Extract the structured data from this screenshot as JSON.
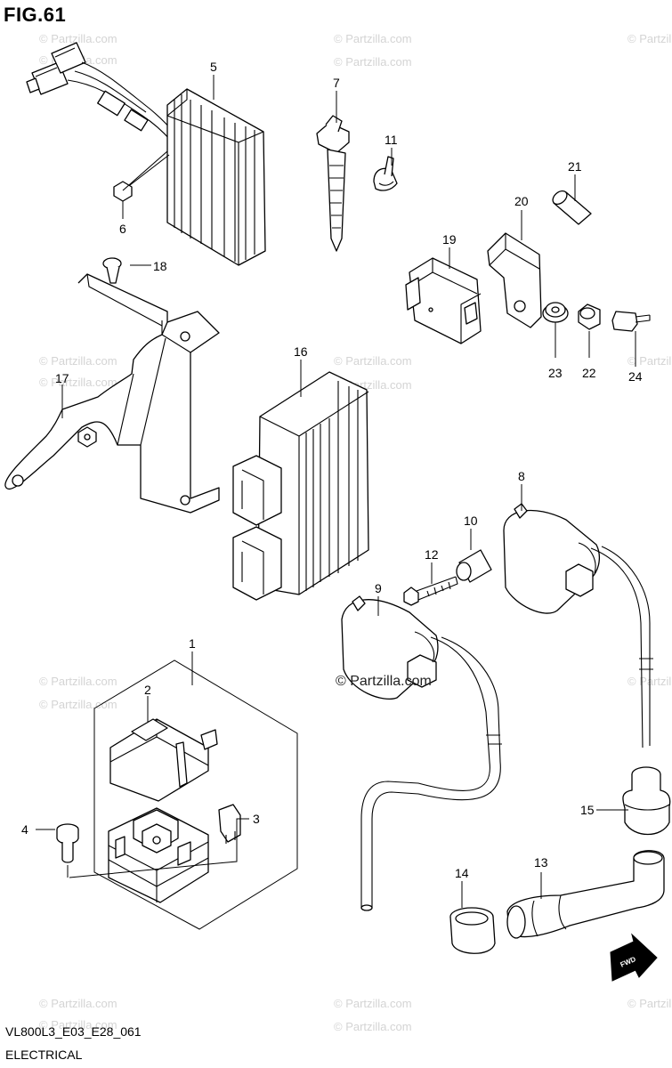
{
  "figure": {
    "title": "FIG.61",
    "model_code": "VL800L3_E03_E28_061",
    "section": "ELECTRICAL"
  },
  "watermark": {
    "repeat_text": "© Partzilla.com",
    "center_text": "© Partzilla.com"
  },
  "fwd_label": "FWD",
  "callouts": [
    {
      "id": "c1",
      "num": "1"
    },
    {
      "id": "c2",
      "num": "2"
    },
    {
      "id": "c3",
      "num": "3"
    },
    {
      "id": "c4",
      "num": "4"
    },
    {
      "id": "c5",
      "num": "5"
    },
    {
      "id": "c6",
      "num": "6"
    },
    {
      "id": "c7",
      "num": "7"
    },
    {
      "id": "c8",
      "num": "8"
    },
    {
      "id": "c9",
      "num": "9"
    },
    {
      "id": "c10",
      "num": "10"
    },
    {
      "id": "c11",
      "num": "11"
    },
    {
      "id": "c12",
      "num": "12"
    },
    {
      "id": "c13",
      "num": "13"
    },
    {
      "id": "c14",
      "num": "14"
    },
    {
      "id": "c15",
      "num": "15"
    },
    {
      "id": "c16",
      "num": "16"
    },
    {
      "id": "c17",
      "num": "17"
    },
    {
      "id": "c18",
      "num": "18"
    },
    {
      "id": "c19",
      "num": "19"
    },
    {
      "id": "c20",
      "num": "20"
    },
    {
      "id": "c21",
      "num": "21"
    },
    {
      "id": "c22",
      "num": "22"
    },
    {
      "id": "c23",
      "num": "23"
    },
    {
      "id": "c24",
      "num": "24"
    }
  ]
}
